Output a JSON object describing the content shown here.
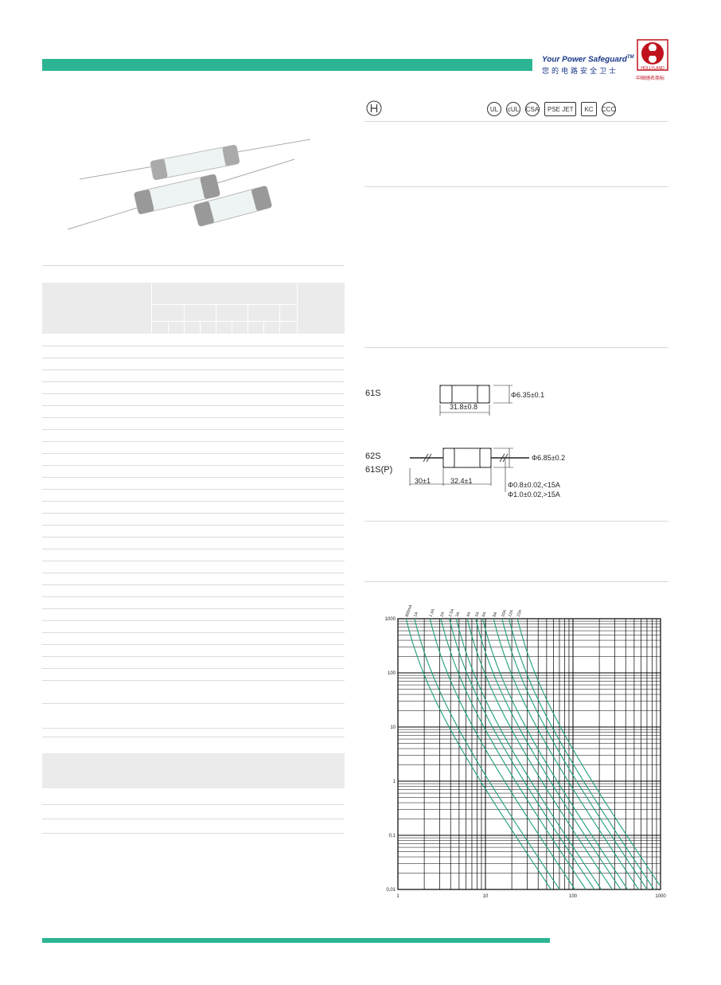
{
  "header": {
    "slogan_en": "Your Power Safeguard",
    "slogan_tm": "TM",
    "slogan_cn": "您的电路安全卫士",
    "brand": "HOLLYLAND",
    "brand_cn": "中国驰名商标",
    "brand_color": "#c0121c",
    "accent_color": "#2bb592"
  },
  "certifications": [
    "UL",
    "cUL",
    "CSA",
    "PSE JET",
    "KC",
    "CCC"
  ],
  "dimensions": {
    "model_a": "61S",
    "model_a_diameter": "Φ6.35±0.1",
    "model_a_length": "31.8±0.8",
    "model_b": "62S",
    "model_c": "61S(P)",
    "model_b_diameter": "Φ6.85±0.2",
    "lead_length": "30±1",
    "body_length": "32.4±1",
    "lead_small": "Φ0.8±0.02,<15A",
    "lead_large": "Φ1.0±0.02,>15A"
  },
  "chart_data": {
    "type": "line",
    "title": "",
    "xlabel": "",
    "ylabel": "",
    "x_scale": "log",
    "y_scale": "log",
    "xlim": [
      1,
      1000
    ],
    "ylim": [
      0.01,
      1000
    ],
    "x_ticks": [
      "1",
      "10",
      "100",
      "1000"
    ],
    "y_ticks": [
      "0,01",
      "0,1",
      "1",
      "10",
      "100",
      "1000"
    ],
    "grid": true,
    "line_color": "#1d9e7e",
    "series": [
      {
        "name": "800mA",
        "rating": 0.8
      },
      {
        "name": "1A",
        "rating": 1
      },
      {
        "name": "1.5A",
        "rating": 1.5
      },
      {
        "name": "2A",
        "rating": 2
      },
      {
        "name": "2.5A",
        "rating": 2.5
      },
      {
        "name": "3A",
        "rating": 3
      },
      {
        "name": "4A",
        "rating": 4
      },
      {
        "name": "5A",
        "rating": 5
      },
      {
        "name": "6A",
        "rating": 6
      },
      {
        "name": "8A",
        "rating": 8
      },
      {
        "name": "10A",
        "rating": 10
      },
      {
        "name": "12A",
        "rating": 12
      },
      {
        "name": "15A",
        "rating": 15
      }
    ]
  }
}
